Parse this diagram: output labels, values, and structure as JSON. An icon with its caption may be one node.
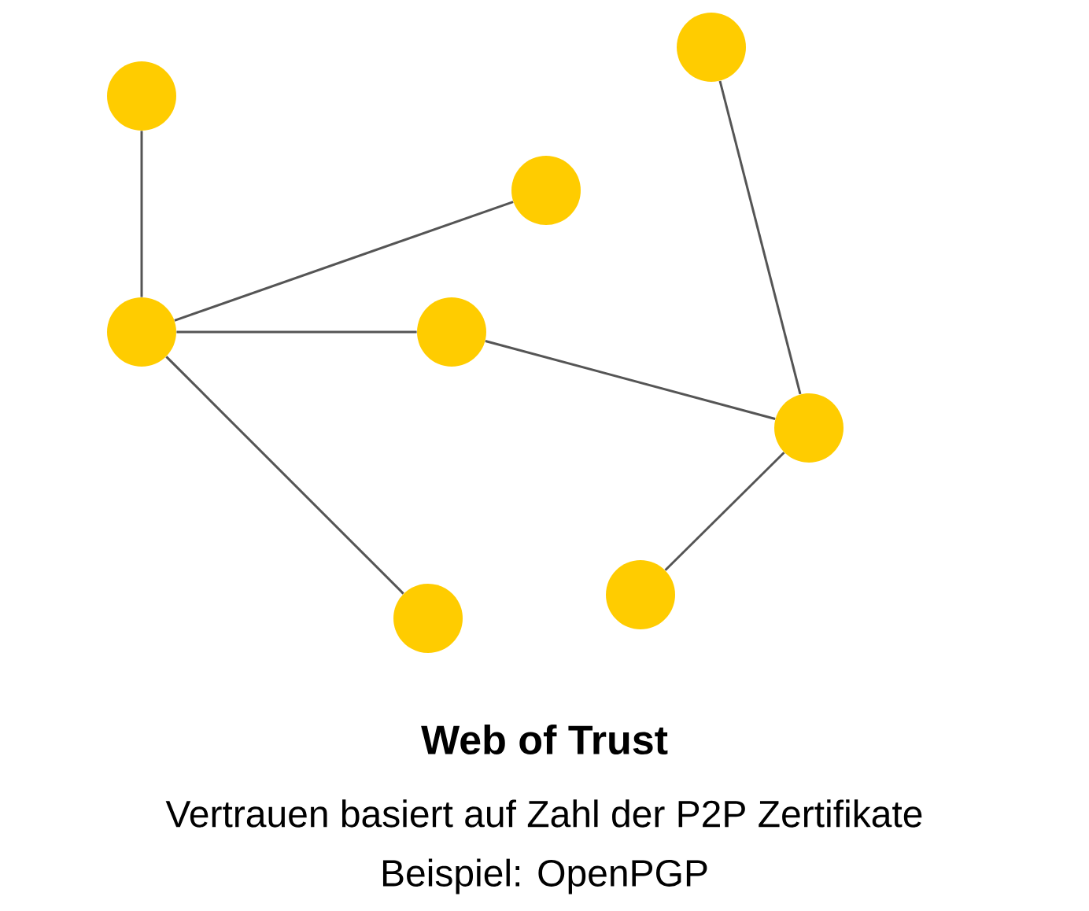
{
  "diagram": {
    "title": "Web of Trust",
    "nodes": [
      {
        "text": [],
        "shape": "circle"
      },
      {
        "text": [],
        "shape": "circle"
      },
      {
        "text": [],
        "shape": "circle"
      },
      {
        "text": [],
        "shape": "circle"
      },
      {
        "text": [],
        "shape": "circle"
      },
      {
        "text": [],
        "shape": "circle"
      },
      {
        "text": [],
        "shape": "circle"
      },
      {
        "text": [],
        "shape": "circle"
      }
    ],
    "edges": [
      {
        "from": 0,
        "to": 3,
        "arrow": "none"
      },
      {
        "from": 3,
        "to": 2,
        "arrow": "none"
      },
      {
        "from": 3,
        "to": 4,
        "arrow": "none"
      },
      {
        "from": 3,
        "to": 7,
        "arrow": "none"
      },
      {
        "from": 4,
        "to": 5,
        "arrow": "none"
      },
      {
        "from": 1,
        "to": 5,
        "arrow": "none"
      },
      {
        "from": 5,
        "to": 6,
        "arrow": "none"
      }
    ],
    "labels": [
      "Vertrauen basiert auf Zahl der P2P Zertifikate",
      "Beispiel: OpenPGP"
    ]
  }
}
